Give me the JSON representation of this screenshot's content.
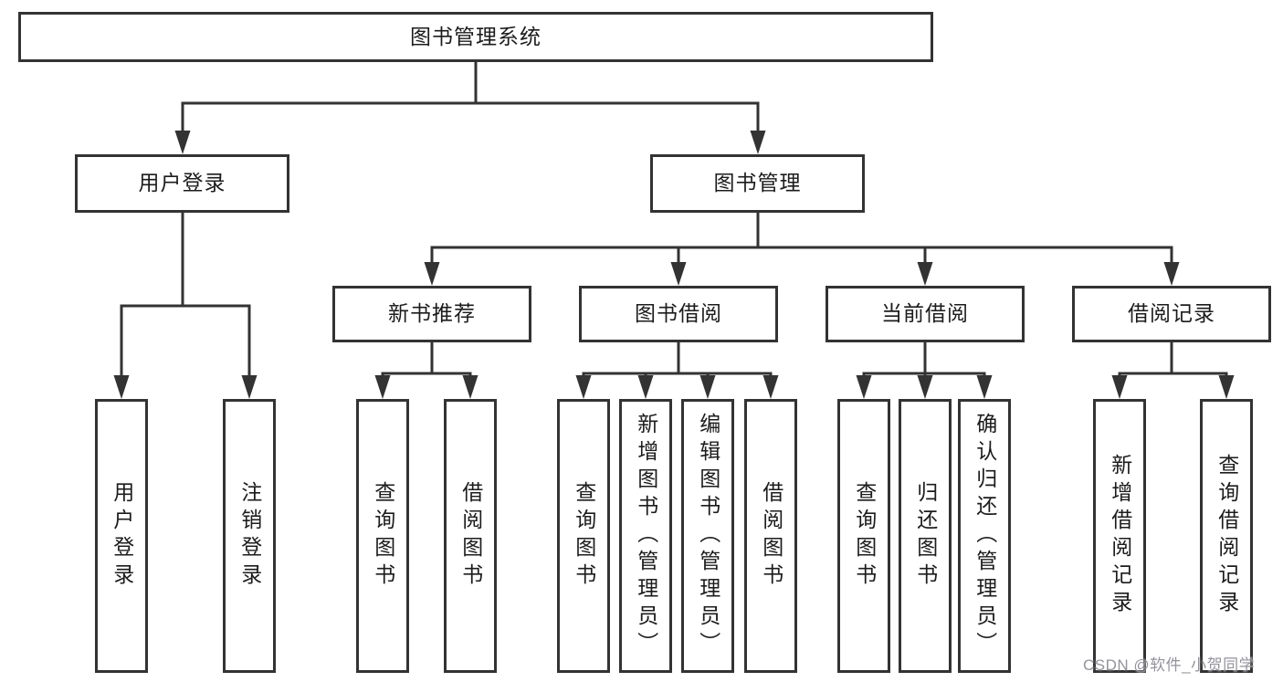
{
  "diagram": {
    "root": "图书管理系统",
    "level2": {
      "user_login": "用户登录",
      "book_management": "图书管理"
    },
    "level3": {
      "new_book_recommend": "新书推荐",
      "book_borrow": "图书借阅",
      "current_borrow": "当前借阅",
      "borrow_records": "借阅记录"
    },
    "leaves": {
      "user_login": [
        "用户登录",
        "注销登录"
      ],
      "new_book_recommend": [
        "查询图书",
        "借阅图书"
      ],
      "book_borrow": [
        "查询图书",
        "新增图书（管理员）",
        "编辑图书（管理员）",
        "借阅图书"
      ],
      "current_borrow": [
        "查询图书",
        "归还图书",
        "确认归还（管理员）"
      ],
      "borrow_records": [
        "新增借阅记录",
        "查询借阅记录"
      ]
    }
  },
  "watermark": "CSDN @软件_小贺同学",
  "colors": {
    "line": "#333333",
    "text": "#1c1c1c",
    "background": "#ffffff",
    "watermark": "#8a8a92"
  }
}
